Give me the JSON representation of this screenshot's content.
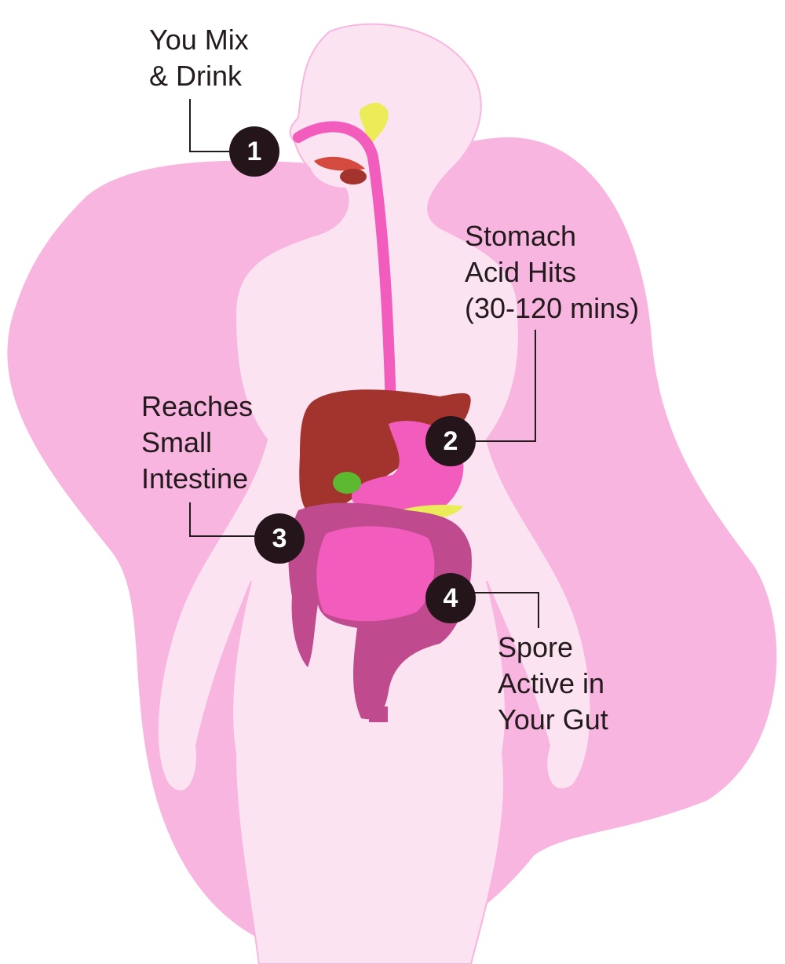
{
  "steps": [
    {
      "number": "1",
      "label": "You Mix\n& Drink"
    },
    {
      "number": "2",
      "label": "Stomach\nAcid Hits\n(30-120 mins)"
    },
    {
      "number": "3",
      "label": "Reaches\nSmall\nIntestine"
    },
    {
      "number": "4",
      "label": "Spore\nActive in\nYour Gut"
    }
  ],
  "colors": {
    "blob": "#f7b5df",
    "body": "#fce3f1",
    "esophagus": "#f25cbd",
    "liver": "#a3342d",
    "colon": "#c04a8e",
    "gallbladder": "#5cb82f",
    "pancreas": "#ecec58",
    "badge": "#231519"
  }
}
